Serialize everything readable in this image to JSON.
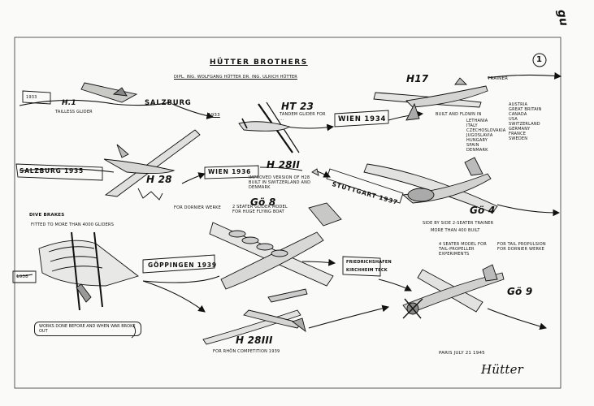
{
  "page_mark": "gu",
  "sheet_number": "1",
  "header": {
    "title": "HÜTTER BROTHERS",
    "names": "DIPL. ING. WOLFGANG HÜTTER   DR. ING. ULRICH HÜTTER"
  },
  "nodes": {
    "h1_year": "1933",
    "h1_model": "H.1",
    "h1_sub": "TAILLESS GLIDER",
    "salzburg_1933_city": "SALZBURG",
    "salzburg_1933_year": "1933",
    "ht23_model": "HT 23",
    "ht23_desc": "TANDEM GLIDER FOR ...",
    "wien_1934": "WIEN 1934",
    "h17_model": "H17",
    "h17_trainer": "TRAINER",
    "h17_built": "BUILT AND FLOWN IN",
    "h17_countries_left": "LETHANIA\nITALY\nCZECHOSLOVAKIA\nJUGOSLAVIA\nHUNGARY\nSPAIN\nDENMARK",
    "h17_countries_right": "AUSTRIA\nGREAT BRITAIN\nCANADA\nUSA\nSWITZERLAND\nGERMANY\nFRANCE\nSWEDEN",
    "salzburg_1935": "SALZBURG 1935",
    "h28_model": "H 28",
    "wien_1936": "WIEN 1936",
    "h28ii_model": "H 28II",
    "h28ii_desc": "IMPROVED VERSION OF H28 BUILT IN SWITZERLAND AND DENMARK",
    "stuttgart_1937": "STUTTGART 1937",
    "go4_model": "Gö 4",
    "go4_desc1": "SIDE BY SIDE 2-SEATER TRAINER",
    "go4_desc2": "MORE THAN 400 BUILT",
    "dive_brakes": "DIVE BRAKES",
    "dive_brakes_desc": "FITTED TO MORE THAN 4000 GLIDERS",
    "year_1938": "1938",
    "dornier_1": "FOR DORNIER WERKE",
    "go8_model": "Gö 8",
    "go8_desc": "2 SEATER GLIDER MODEL FOR HUGE FLYING BOAT",
    "goppingen_1939": "GÖPPINGEN 1939",
    "friedrichshafen": "FRIEDRICHSHAFEN",
    "kirchheim": "KIRCHHEIM TECK",
    "go9_model_desc": "4 SEATER MODEL FOR TAIL-PROPELLER EXPERIMENTS",
    "dornier_2_desc": "FOR TAIL PROPULSION FOR DORNIER WERKE",
    "go9_model": "Gö 9",
    "h28iii_model": "H 28III",
    "h28iii_desc": "FOR RHÖN COMPETITION 1939",
    "works_note": "WORKS DONE BEFORE AND WHEN WAR BROKE OUT",
    "place_date": "PARIS  JULY 21 1945",
    "signature": "Hütter"
  }
}
